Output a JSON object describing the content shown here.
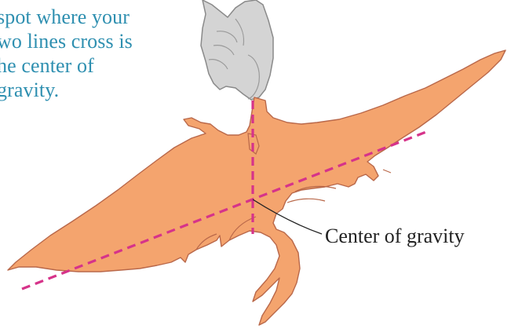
{
  "caption": {
    "lines": [
      "spot where your",
      "wo lines cross is",
      "he center of",
      "gravity."
    ]
  },
  "label": {
    "center_of_gravity": "Center of gravity"
  },
  "colors": {
    "shape_fill": "#f4a46e",
    "shape_stroke": "#b9684a",
    "plumb_line": "#d6338a",
    "caption_text": "#2e8fb0",
    "hand_fill": "#d4d4d4",
    "hand_stroke": "#8a8a8a"
  },
  "icons": {
    "hand": "hand-holding-pin-icon"
  }
}
